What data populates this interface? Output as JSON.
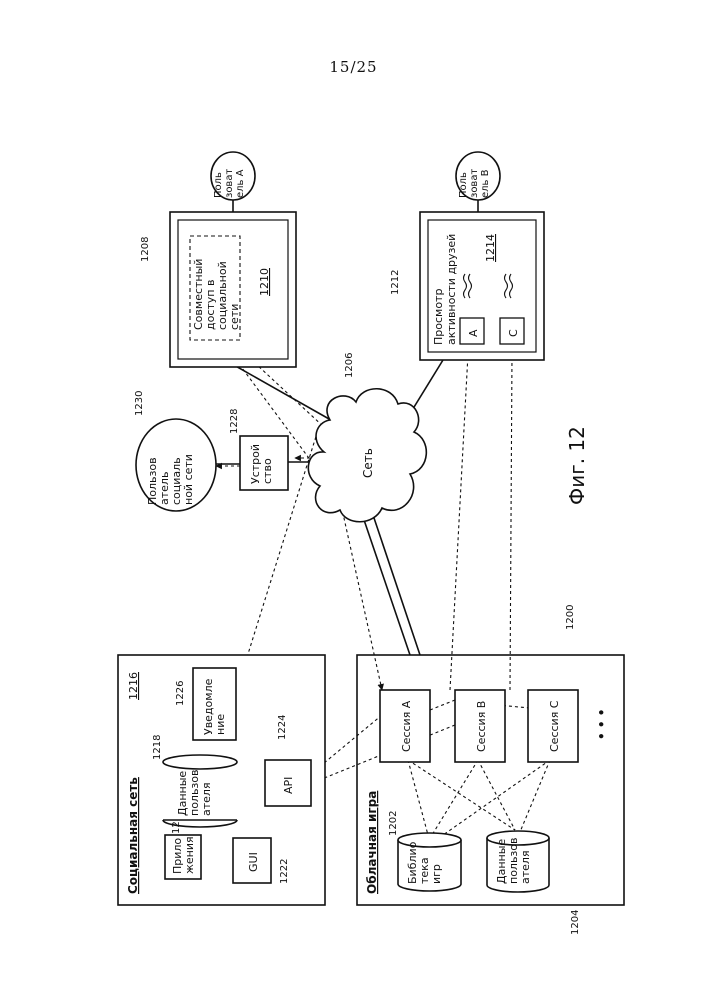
{
  "page_number": "15/25",
  "figure_caption": "Фиг. 12",
  "network": {
    "label": "Сеть",
    "ref": "1206"
  },
  "social_network": {
    "title": "Социальная сеть",
    "ref": "1216",
    "apps": {
      "label": [
        "Прило",
        "жения"
      ],
      "ref": "1220"
    },
    "user_data": {
      "label": [
        "Данные",
        "пользов",
        "ателя"
      ],
      "ref": "1218"
    },
    "gui": {
      "label": "GUI",
      "ref": "1222"
    },
    "api": {
      "label": "API",
      "ref": "1224"
    },
    "notification": {
      "label": [
        "Уведомле",
        "ние"
      ],
      "ref": "1226"
    }
  },
  "cloud_gaming": {
    "title": "Облачная игра",
    "ref": "1200",
    "game_library": {
      "label": [
        "Библио",
        "тека",
        "игр"
      ],
      "ref": "1202"
    },
    "user_data": {
      "label": [
        "Данные",
        "пользов",
        "ателя"
      ],
      "ref": "1204"
    },
    "sessions": [
      "Сессия A",
      "Сессия B",
      "Сессия C"
    ],
    "more": "• • •"
  },
  "social_user": {
    "label": [
      "Пользов",
      "атель",
      "социаль",
      "ной сети"
    ],
    "ref": "1230"
  },
  "device": {
    "label": [
      "Устрой",
      "ство"
    ],
    "ref": "1228"
  },
  "display_a": {
    "ref": "1208",
    "shared_label": [
      "Совместный",
      "доступ в",
      "социальной",
      "сети"
    ],
    "shared_ref": "1210",
    "user_label": [
      "Поль",
      "зоват",
      "ель A"
    ]
  },
  "display_b": {
    "ref": "1212",
    "title": [
      "Просмотр",
      "активности друзей"
    ],
    "ref_inner": "1214",
    "thumb_a": "A",
    "thumb_c": "C",
    "user_label": [
      "Поль",
      "зоват",
      "ель B"
    ]
  }
}
